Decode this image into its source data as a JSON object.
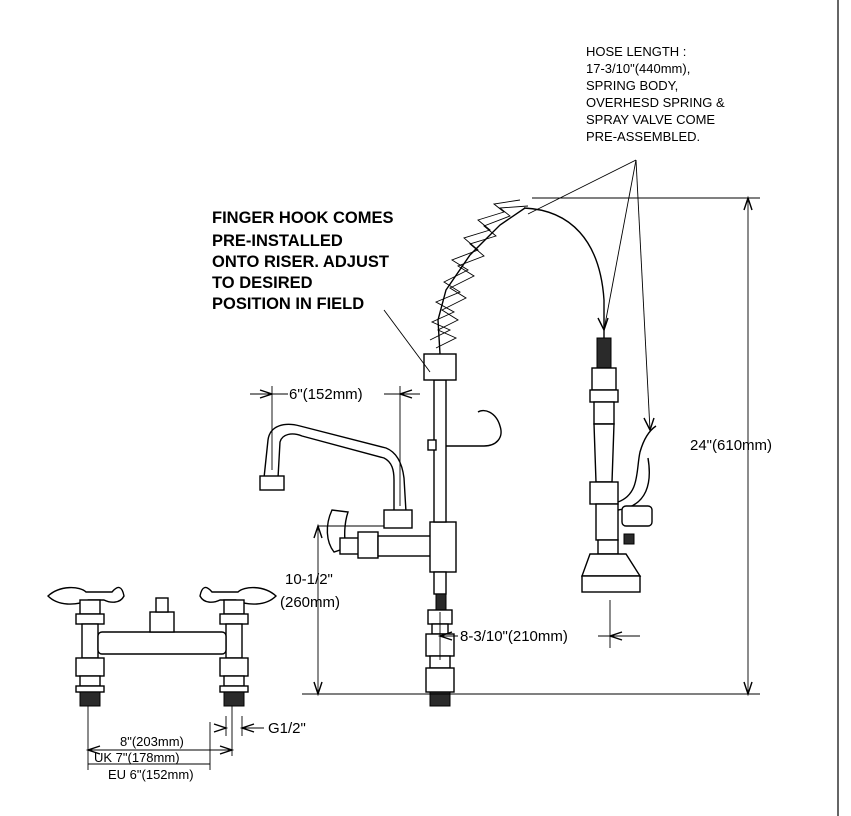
{
  "hose_note": [
    "HOSE LENGTH :",
    "17-3/10\"(440mm),",
    "SPRING BODY,",
    "OVERHESD SPRING &",
    "SPRAY VALVE COME",
    "PRE-ASSEMBLED."
  ],
  "hook_note": [
    "FINGER HOOK COMES",
    "PRE-INSTALLED",
    "ONTO RISER. ADJUST",
    "TO DESIRED",
    "POSITION IN FIELD"
  ],
  "dimensions": {
    "spout_reach": "6\"(152mm)",
    "overall_height": "24\"(610mm)",
    "faucet_height_1": "10-1/2\"",
    "faucet_height_2": "(260mm)",
    "riser_offset": "8-3/10\"(210mm)",
    "thread": "G1/2\"",
    "center_1": "8\"(203mm)",
    "center_2": "UK 7\"(178mm)",
    "center_3": "EU 6\"(152mm)"
  }
}
